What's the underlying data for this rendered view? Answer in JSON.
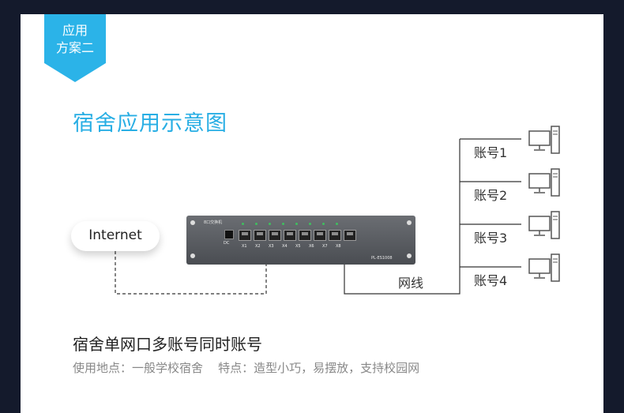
{
  "badge": {
    "line1": "应用",
    "line2": "方案二"
  },
  "title": "宿舍应用示意图",
  "internet_label": "Internet",
  "switch": {
    "brand": "8口交换机",
    "model": "PL-ES1008",
    "dc_label": "DC",
    "ports": [
      "X1",
      "X2",
      "X3",
      "X4",
      "X5",
      "X6",
      "X7",
      "X8"
    ]
  },
  "cable_label": "网线",
  "accounts": [
    "账号1",
    "账号2",
    "账号3",
    "账号4"
  ],
  "caption": "宿舍单网口多账号同时账号",
  "usage": {
    "location_label": "使用地点：",
    "location_value": "一般学校宿舍",
    "feature_label": "特点：",
    "feature_value": "造型小巧，易摆放，支持校园网"
  },
  "colors": {
    "accent": "#2bb3e8",
    "background": "#141a2c",
    "panel": "#ffffff"
  }
}
